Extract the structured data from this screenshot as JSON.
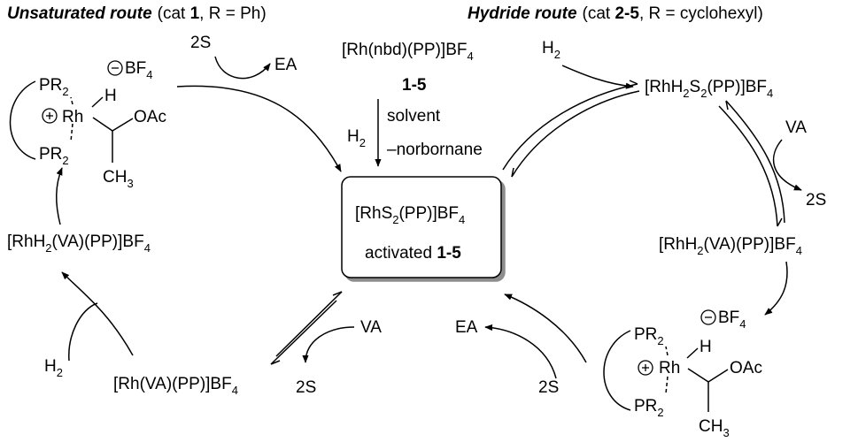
{
  "headers": {
    "left_title": "Unsaturated route",
    "left_cat_open": "(cat ",
    "left_cat_num": "1",
    "left_cat_rest": ", R = Ph)",
    "right_title": "Hydride route",
    "right_cat_open": "(cat ",
    "right_cat_num": "2-5",
    "right_cat_rest": ", R = cyclohexyl)"
  },
  "center": {
    "precursor": "[Rh(nbd)(PP)]BF",
    "precursor_sub": "4",
    "precursor_num": "1-5",
    "step_reagent": "H",
    "step_reagent_sub": "2",
    "step_solvent": "solvent",
    "step_byproduct": "–norbornane",
    "box_formula_a": "[RhS",
    "box_formula_sub1": "2",
    "box_formula_b": "(PP)]BF",
    "box_formula_sub2": "4",
    "box_activated": "activated ",
    "box_activated_num": "1-5"
  },
  "left_cycle": {
    "reagent_2s_top": "2S",
    "product_ea_top": "EA",
    "counterion": "BF",
    "counterion_sub": "4",
    "ligand_top": "PR",
    "ligand_top_sub": "2",
    "ligand_bottom": "PR",
    "ligand_bottom_sub": "2",
    "metal": "Rh",
    "hydride": "H",
    "oac": "OAc",
    "methyl": "CH",
    "methyl_sub": "3",
    "dihydride_a": "[RhH",
    "dihydride_sub": "2",
    "dihydride_b": "(VA)(PP)]BF",
    "dihydride_sub2": "4",
    "h2_reagent": "H",
    "h2_reagent_sub": "2",
    "va_complex_a": "[Rh(VA)(PP)]BF",
    "va_complex_sub": "4",
    "va_reagent": "VA",
    "two_s_release": "2S"
  },
  "right_cycle": {
    "h2_reagent": "H",
    "h2_reagent_sub": "2",
    "solvate_a": "[RhH",
    "solvate_sub1": "2",
    "solvate_b": "S",
    "solvate_sub2": "2",
    "solvate_c": "(PP)]BF",
    "solvate_sub3": "4",
    "va_reagent": "VA",
    "two_s_release": "2S",
    "dihydride_a": "[RhH",
    "dihydride_sub": "2",
    "dihydride_b": "(VA)(PP)]BF",
    "dihydride_sub2": "4",
    "counterion": "BF",
    "counterion_sub": "4",
    "ligand_top": "PR",
    "ligand_top_sub": "2",
    "ligand_bottom": "PR",
    "ligand_bottom_sub": "2",
    "metal": "Rh",
    "hydride": "H",
    "oac": "OAc",
    "methyl": "CH",
    "methyl_sub": "3",
    "reagent_2s_bottom": "2S",
    "product_ea": "EA"
  }
}
